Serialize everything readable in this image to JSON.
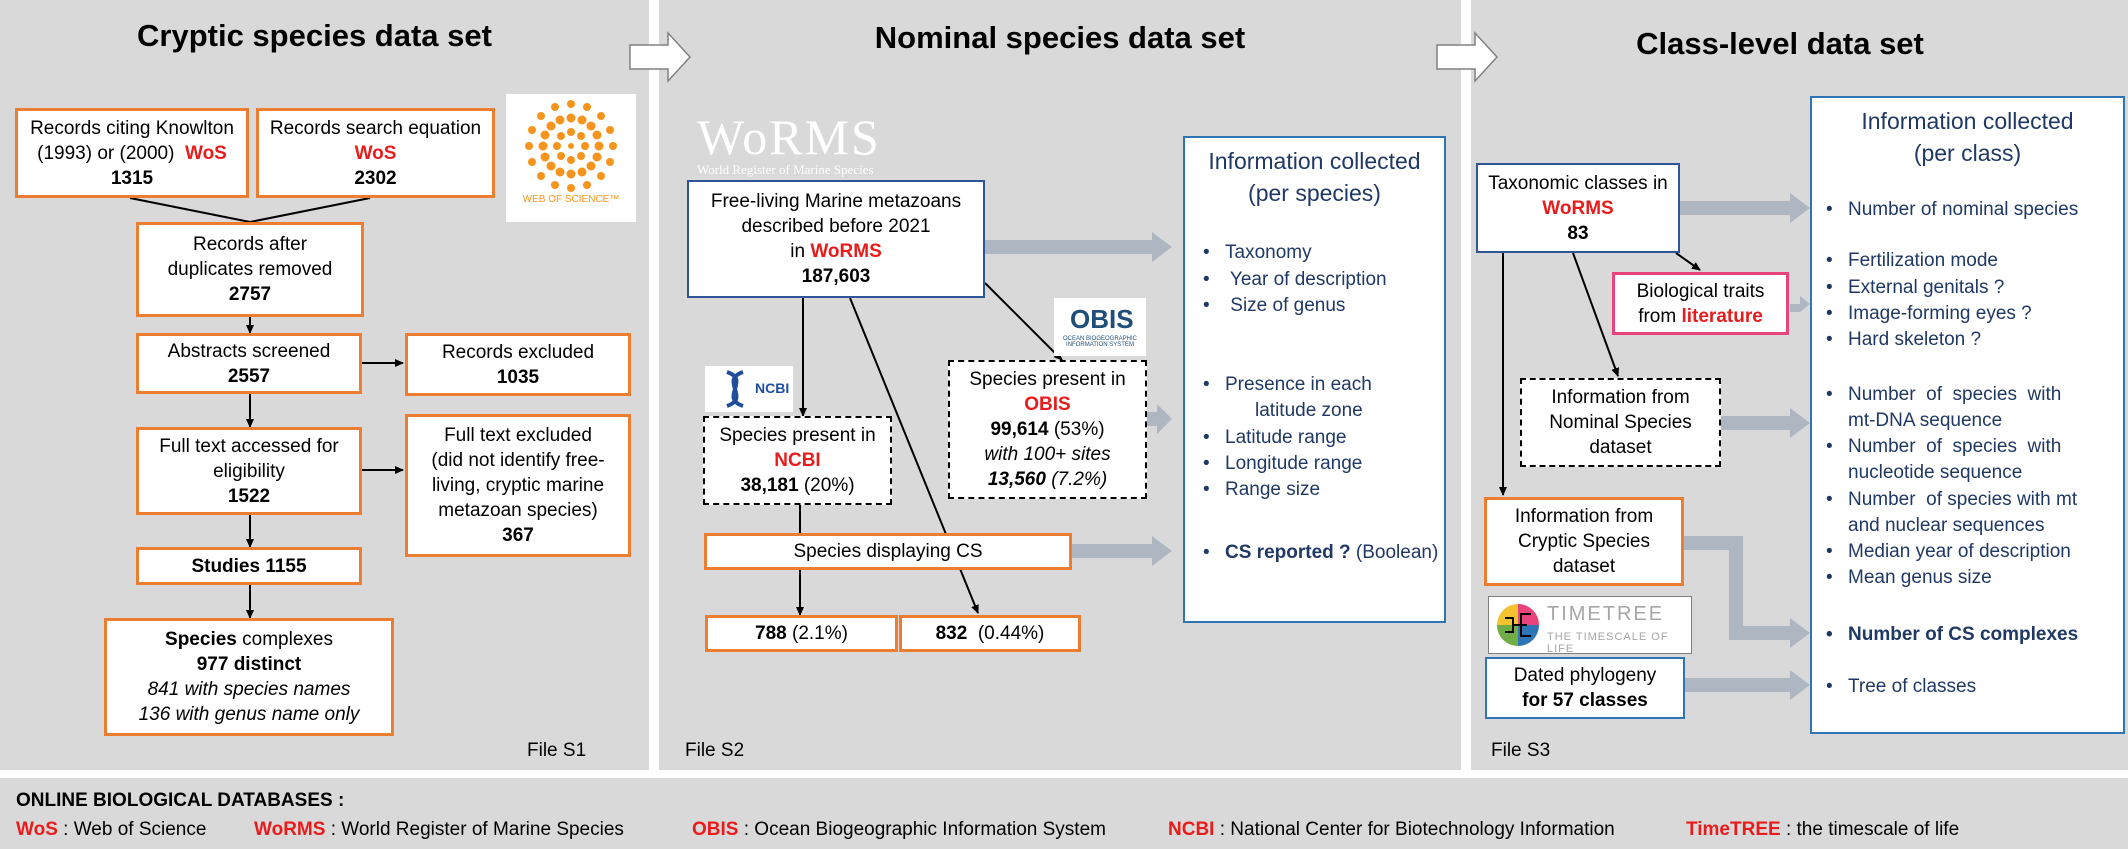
{
  "panel1": {
    "title": "Cryptic species data set",
    "file": "File S1",
    "wos_logo_text": "WEB OF SCIENCE™",
    "box_knowlton": {
      "line1": "Records citing Knowlton",
      "line2a": "(1993) or (2000)",
      "db": "WoS",
      "count": "1315"
    },
    "box_search": {
      "line1": "Records search equation",
      "db": "WoS",
      "count": "2302"
    },
    "box_dup": {
      "line1": "Records after",
      "line2": "duplicates removed",
      "count": "2757"
    },
    "box_abstracts": {
      "line1": "Abstracts screened",
      "count": "2557"
    },
    "box_excluded": {
      "line1": "Records excluded",
      "count": "1035"
    },
    "box_fulltext": {
      "line1": "Full text accessed for",
      "line2": "eligibility",
      "count": "1522"
    },
    "box_ftexcl": {
      "line1": "Full text excluded",
      "line2": "(did not identify free-",
      "line3": "living, cryptic marine",
      "line4": "metazoan species)",
      "count": "367"
    },
    "box_studies": {
      "label": "Studies 1155"
    },
    "box_complexes": {
      "w1": "Species",
      "w2": " complexes",
      "line2": "977 distinct",
      "line3": "841 with species names",
      "line4": "136 with genus name only"
    }
  },
  "panel2": {
    "title": "Nominal species data set",
    "file": "File S2",
    "worms_logo": "WoRMS",
    "worms_sub": "World Register of Marine Species",
    "obis_logo": "OBIS",
    "obis_sub": "OCEAN BIOGEOGRAPHIC INFORMATION SYSTEM",
    "ncbi_logo": "NCBI",
    "box_worms": {
      "line1": "Free-living Marine metazoans",
      "line2": "described before 2021",
      "line3a": "in ",
      "db": "WoRMS",
      "count": "187,603"
    },
    "box_ncbi": {
      "line1": "Species present in",
      "db": "NCBI",
      "count": "38,181",
      "pct": " (20%)"
    },
    "box_obis": {
      "line1": "Species present in",
      "db": "OBIS",
      "count": "99,614",
      "pct": " (53%)",
      "line4": "with 100+ sites",
      "count2": "13,560",
      "pct2": " (7.2%)"
    },
    "box_cs": {
      "label": "Species displaying CS"
    },
    "box_788": {
      "count": "788",
      "pct": " (2.1%)"
    },
    "box_832": {
      "count": "832",
      "pct": "  (0.44%)"
    },
    "info": {
      "title1": "Information collected",
      "title2": "(per species)",
      "items_a": [
        "Taxonomy",
        " Year of description",
        " Size of genus"
      ],
      "items_b": [
        "Presence in each",
        "latitude zone",
        "Latitude range",
        "Longitude range",
        "Range size"
      ],
      "cs_bold": "CS reported ?",
      "cs_rest": " (Boolean)"
    }
  },
  "panel3": {
    "title": "Class-level data set",
    "file": "File S3",
    "timetree_logo": "TIMETREE",
    "timetree_sub": "THE TIMESCALE OF LIFE",
    "box_tax": {
      "line1": "Taxonomic classes in",
      "db": "WoRMS",
      "count": "83"
    },
    "box_bio": {
      "line1": "Biological traits",
      "line2a": "from ",
      "db": "literature"
    },
    "box_nominal": {
      "line1": "Information from",
      "line2": "Nominal Species",
      "line3": "dataset"
    },
    "box_cryptic": {
      "line1": "Information from",
      "line2": "Cryptic Species",
      "line3": "dataset"
    },
    "box_dated": {
      "line1": "Dated phylogeny",
      "line2": "for 57 classes"
    },
    "info": {
      "title1": "Information collected",
      "title2": "(per class)",
      "i1": "Number of nominal species",
      "i2": "Fertilization mode",
      "i3": "External genitals ?",
      "i4": "Image-forming eyes ?",
      "i5": "Hard skeleton ?",
      "i6a": "Number  of  species  with",
      "i6b": "mt-DNA sequence",
      "i7a": "Number  of  species  with",
      "i7b": "nucleotide sequence",
      "i8a": "Number  of species with mt",
      "i8b": "and nuclear sequences",
      "i9": "Median year of description",
      "i10": "Mean genus size",
      "i11": "Number of CS complexes",
      "i12": "Tree of classes"
    }
  },
  "legend": {
    "title": "ONLINE BIOLOGICAL DATABASES :",
    "entries": [
      {
        "abbr": "WoS",
        "desc": " : Web of Science"
      },
      {
        "abbr": "WoRMS",
        "desc": " : World Register of Marine Species"
      },
      {
        "abbr": "OBIS",
        "desc": " : Ocean Biogeographic Information System"
      },
      {
        "abbr": "NCBI",
        "desc": " : National Center for Biotechnology Information"
      },
      {
        "abbr": "TimeTREE",
        "desc": " : the timescale of life"
      }
    ]
  },
  "colors": {
    "panel": "#d9d9d9",
    "orange": "#ed7d31",
    "navy": "#1f3864",
    "red": "#e81c1c",
    "pink": "#e8437c",
    "blue": "#2e75b6",
    "arrow_grey": "#aeb6c2"
  }
}
